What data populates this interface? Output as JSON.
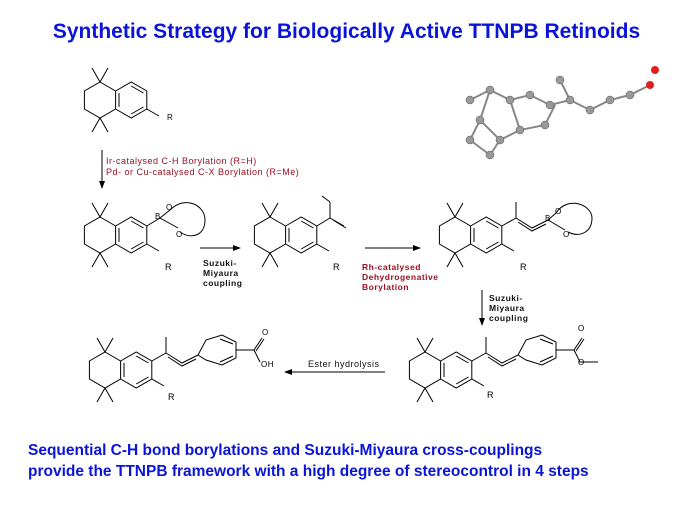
{
  "title": "Synthetic Strategy for Biologically Active TTNPB Retinoids",
  "steps": {
    "borylation1_line1": "Ir-catalysed C-H Borylation (R=H)",
    "borylation1_line2": "Pd- or Cu-catalysed C-X Borylation (R=Me)",
    "suzuki1": [
      "Suzuki-",
      "Miyaura",
      "coupling"
    ],
    "rh": [
      "Rh-catalysed",
      "Dehydrogenative",
      "Borylation"
    ],
    "suzuki2": [
      "Suzuki-",
      "Miyaura",
      "coupling"
    ],
    "ester": "Ester hydrolysis"
  },
  "atoms": {
    "R": "R",
    "O": "O",
    "B": "B",
    "OH": "OH"
  },
  "footer": {
    "line1": "Sequential C-H bond borylations and Suzuki-Miyaura cross-couplings",
    "line2": "provide the TTNPB framework with a high degree of stereocontrol in 4 steps"
  }
}
